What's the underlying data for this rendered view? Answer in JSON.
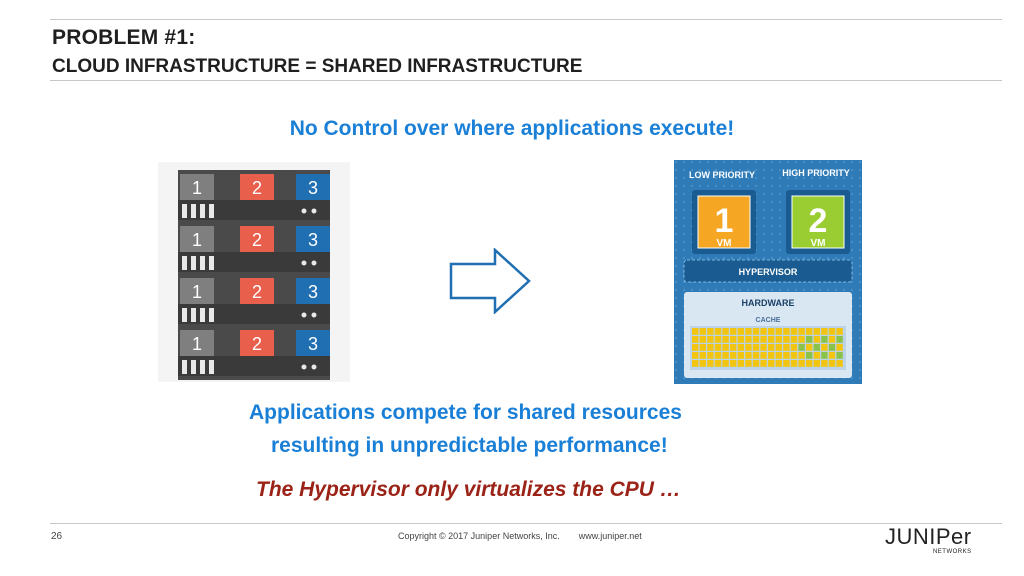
{
  "header": {
    "title": "PROBLEM #1:",
    "subtitle": "CLOUD INFRASTRUCTURE = SHARED INFRASTRUCTURE"
  },
  "main": {
    "headline": "No Control over where applications execute!",
    "compete_line1": "Applications compete for shared resources",
    "compete_line2": "resulting in unpredictable performance!",
    "hypervisor_note": "The Hypervisor only virtualizes the CPU …"
  },
  "rack": {
    "rows": [
      [
        "1",
        "2",
        "3"
      ],
      [
        "1",
        "2",
        "3"
      ],
      [
        "1",
        "2",
        "3"
      ],
      [
        "1",
        "2",
        "3"
      ]
    ]
  },
  "vm_diagram": {
    "low_priority": "LOW PRIORITY",
    "high_priority": "HIGH PRIORITY",
    "vm1_number": "1",
    "vm2_number": "2",
    "vm_label": "VM",
    "hypervisor": "HYPERVISOR",
    "hardware": "HARDWARE",
    "cache": "CACHE"
  },
  "footer": {
    "page_number": "26",
    "copyright": "Copyright © 2017 Juniper Networks, Inc.",
    "website": "www.juniper.net",
    "logo_text": "JUNIPer",
    "logo_sub": "NETWORKS"
  },
  "colors": {
    "accent_blue": "#1a7fd6",
    "note_red": "#9b2216",
    "app1": "#7f7f7f",
    "app2": "#e8604c",
    "app3": "#1f6fb2"
  }
}
